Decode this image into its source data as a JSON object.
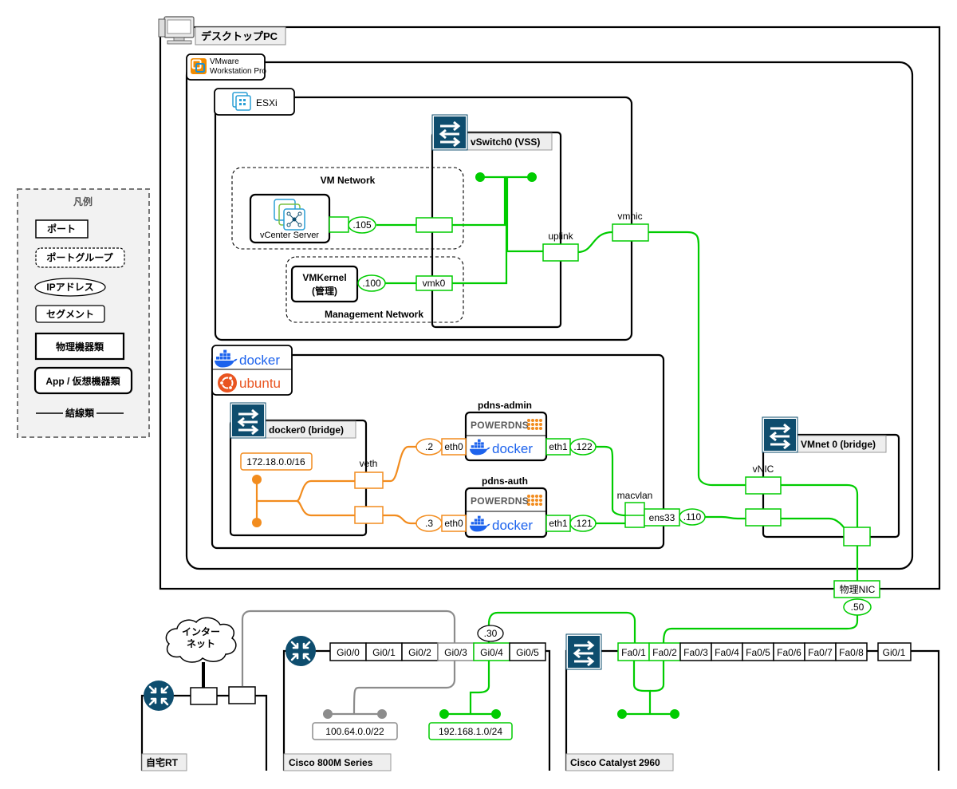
{
  "legend": {
    "title": "凡例",
    "port": "ポート",
    "port_group": "ポートグループ",
    "ip_address": "IPアドレス",
    "segment": "セグメント",
    "physical_device": "物理機器類",
    "app_virtual_device": "App / 仮想機器類",
    "wire": "結線類"
  },
  "desktop": {
    "label": "デスクトップPC"
  },
  "vmware": {
    "line1": "VMware",
    "line2": "Workstation Pro"
  },
  "esxi": {
    "label": "ESXi",
    "vswitch_label": "vSwitch0 (VSS)",
    "vm_network": "VM Network",
    "mgmt_network": "Management Network",
    "vcenter": "vCenter Server",
    "vcenter_ip": ".105",
    "vmkernel_line1": "VMKernel",
    "vmkernel_line2": "(管理)",
    "vmkernel_ip": ".100",
    "vmk0": "vmk0",
    "uplink": "uplink",
    "vmnic": "vmnic"
  },
  "docker_host": {
    "docker_logo": "docker",
    "ubuntu_logo": "ubuntu",
    "bridge_label": "docker0 (bridge)",
    "subnet": "172.18.0.0/16",
    "veth": "veth",
    "pdns_admin": {
      "title": "pdns-admin",
      "logo": "POWERDNS",
      "docker": "docker",
      "eth0": "eth0",
      "eth0_ip": ".2",
      "eth1": "eth1",
      "eth1_ip": ".122"
    },
    "pdns_auth": {
      "title": "pdns-auth",
      "logo": "POWERDNS",
      "docker": "docker",
      "eth0": "eth0",
      "eth0_ip": ".3",
      "eth1": "eth1",
      "eth1_ip": ".121"
    },
    "macvlan": "macvlan",
    "ens33": "ens33",
    "ens33_ip": ".110"
  },
  "vmnet": {
    "label": "VMnet 0 (bridge)",
    "vnic": "vNIC"
  },
  "physical_nic": {
    "label": "物理NIC",
    "ip": ".50"
  },
  "internet": {
    "line1": "インター",
    "line2": "ネット"
  },
  "home_router": {
    "label": "自宅RT"
  },
  "cisco800": {
    "label": "Cisco 800M Series",
    "ports": [
      "Gi0/0",
      "Gi0/1",
      "Gi0/2",
      "Gi0/3",
      "Gi0/4",
      "Gi0/5"
    ],
    "gi04_ip": ".30",
    "wan_segment": "100.64.0.0/22",
    "lan_segment": "192.168.1.0/24"
  },
  "catalyst": {
    "label": "Cisco Catalyst 2960",
    "ports": [
      "Fa0/1",
      "Fa0/2",
      "Fa0/3",
      "Fa0/4",
      "Fa0/5",
      "Fa0/6",
      "Fa0/7",
      "Fa0/8"
    ],
    "uplink_port": "Gi0/1"
  },
  "colors": {
    "green": "#00cc00",
    "orange": "#f28c1e",
    "gray": "#8c8c8c",
    "ciscoblue": "#0e4d6e",
    "dockerblue": "#1d63ed",
    "ubuntuorange": "#e95420",
    "powerdns": "#5a5a5a"
  }
}
